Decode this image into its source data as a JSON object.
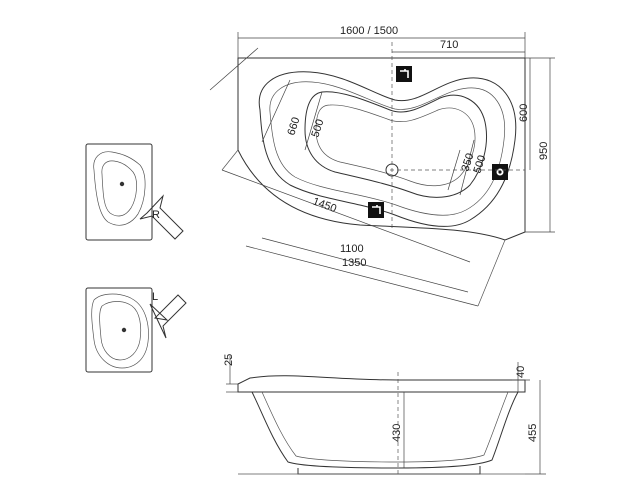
{
  "top_view": {
    "width_label": "1600 / 1500",
    "length_710": "710",
    "height_600": "600",
    "height_950": "950",
    "diag_660": "660",
    "inner_500": "500",
    "inner_350": "350",
    "inner_500_b": "500",
    "diag_1450": "1450",
    "bottom_1100": "1100",
    "bottom_1350": "1350"
  },
  "orientation": {
    "right_label": "R",
    "left_label": "L"
  },
  "side_view": {
    "rim_25": "25",
    "rim_40": "40",
    "depth_430": "430",
    "height_455": "455"
  },
  "icons": {
    "faucet_top": "faucet-icon",
    "faucet_bottom": "faucet-icon",
    "drain": "drain-icon",
    "control": "control-icon"
  }
}
